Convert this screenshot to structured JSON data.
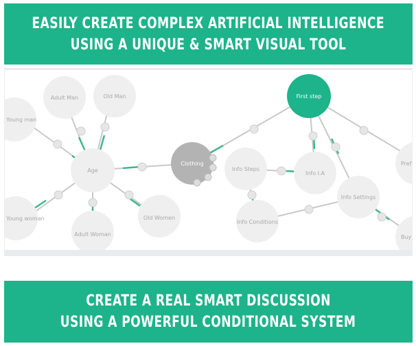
{
  "header": {
    "line1": "EASILY CREATE COMPLEX ARTIFICIAL INTELLIGENCE",
    "line2": "USING A UNIQUE & SMART VISUAL TOOL"
  },
  "footer": {
    "line1": "CREATE A REAL SMART DISCUSSION",
    "line2": "USING A POWERFUL CONDITIONAL SYSTEM"
  },
  "graph": {
    "nodes": {
      "young_man": "Young man",
      "adult_man": "Adult Man",
      "old_man": "Old Man",
      "age": "Age",
      "young_woman": "Young woman",
      "adult_woman": "Adult Woman",
      "old_woman": "Old Women",
      "clothing": "Clothing",
      "first_step": "First step",
      "info_steps": "Info Steps",
      "info_ia": "Info I.A",
      "info_conditions": "Info Conditions",
      "info_settings": "Info Settings",
      "pref": "Pref",
      "buy": "Buy"
    },
    "colors": {
      "accent": "#1db38b",
      "node": "#efefef",
      "clothing": "#b3b3b3",
      "edge": "#c8c8c8",
      "edge_green": "#3bb98c"
    }
  }
}
